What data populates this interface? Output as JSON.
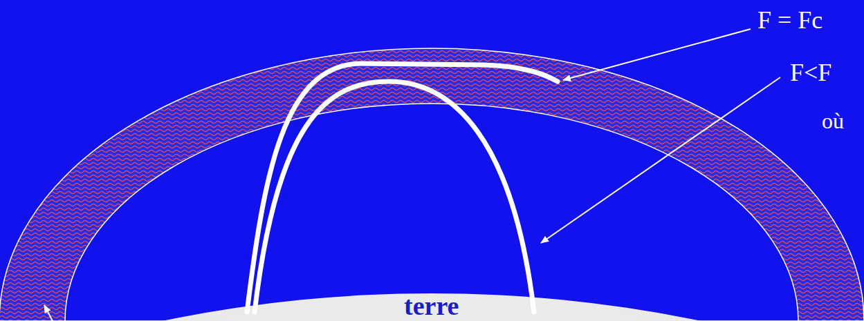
{
  "diagram": {
    "nodes": [
      {
        "text": [
          "terre"
        ]
      }
    ],
    "labels": [
      "F = Fc",
      "F<F",
      "où"
    ]
  }
}
